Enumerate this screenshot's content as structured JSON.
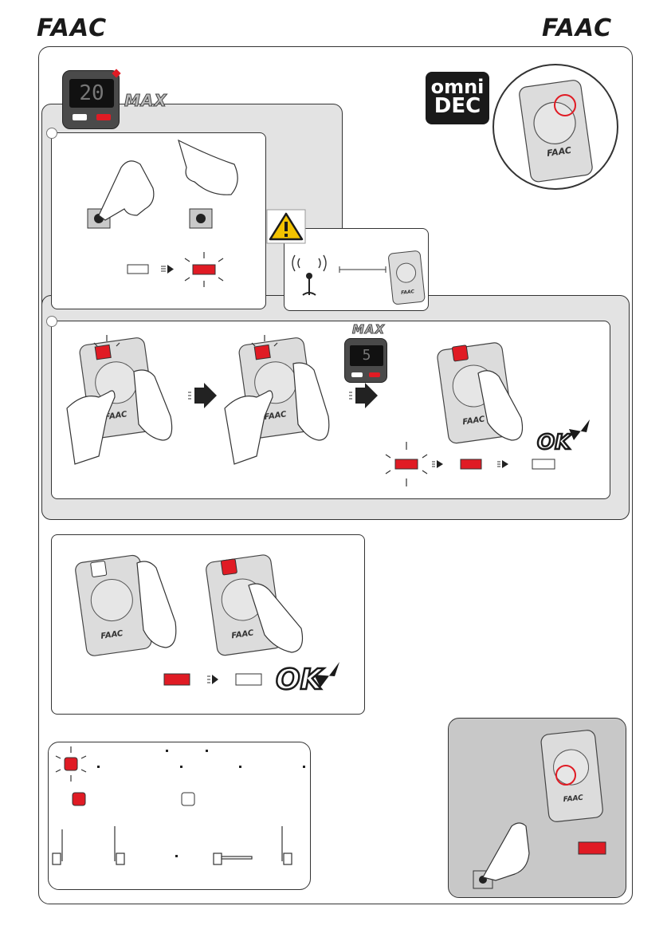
{
  "header": {
    "logo_left": "FAAC",
    "logo_right": "FAAC"
  },
  "display_unit": {
    "reading_top": "20",
    "reading_mid": "5",
    "max_label_top": "MAX",
    "max_label_mid": "MAX"
  },
  "omnidec": {
    "line1": "omni",
    "line2": "DEC"
  },
  "remote": {
    "brand": "FAAC"
  },
  "ok": {
    "label": "OK"
  },
  "colors": {
    "led_red": "#e01b24",
    "panel_gray": "#e3e3e3",
    "border": "#333333"
  }
}
